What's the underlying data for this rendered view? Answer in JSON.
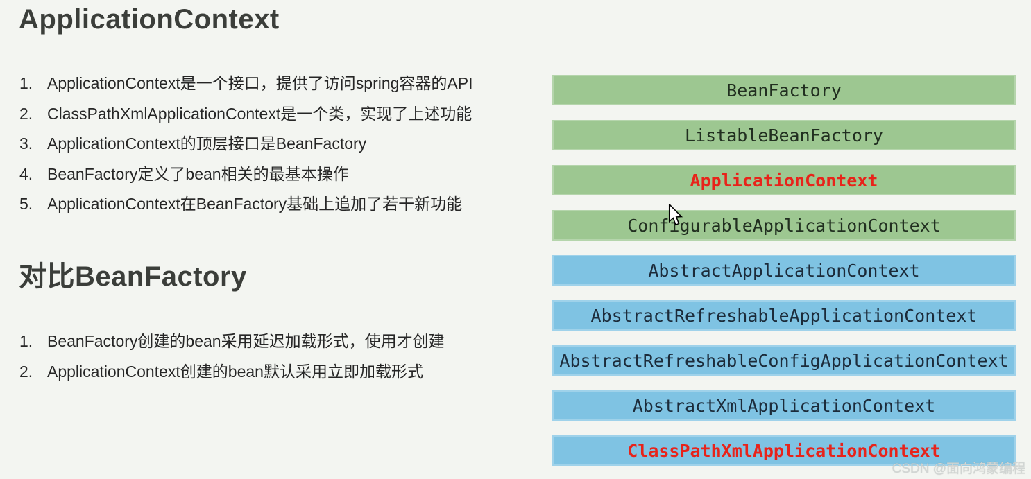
{
  "page": {
    "title": "ApplicationContext",
    "comparison_title": "对比BeanFactory",
    "watermark": "CSDN @面向鸿蒙编程"
  },
  "application_context_points": [
    "ApplicationContext是一个接口，提供了访问spring容器的API",
    "ClassPathXmlApplicationContext是一个类，实现了上述功能",
    "ApplicationContext的顶层接口是BeanFactory",
    "BeanFactory定义了bean相关的最基本操作",
    "ApplicationContext在BeanFactory基础上追加了若干新功能"
  ],
  "beanfactory_comparison_points": [
    "BeanFactory创建的bean采用延迟加载形式，使用才创建",
    "ApplicationContext创建的bean默认采用立即加载形式"
  ],
  "hierarchy": {
    "items": [
      {
        "label": "BeanFactory",
        "color": "green",
        "highlight": false
      },
      {
        "label": "ListableBeanFactory",
        "color": "green",
        "highlight": false
      },
      {
        "label": "ApplicationContext",
        "color": "green",
        "highlight": true
      },
      {
        "label": "ConfigurableApplicationContext",
        "color": "green",
        "highlight": false
      },
      {
        "label": "AbstractApplicationContext",
        "color": "blue",
        "highlight": false
      },
      {
        "label": "AbstractRefreshableApplicationContext",
        "color": "blue",
        "highlight": false
      },
      {
        "label": "AbstractRefreshableConfigApplicationContext",
        "color": "blue",
        "highlight": false
      },
      {
        "label": "AbstractXmlApplicationContext",
        "color": "blue",
        "highlight": false
      },
      {
        "label": "ClassPathXmlApplicationContext",
        "color": "blue",
        "highlight": true
      }
    ]
  },
  "colors": {
    "background": "#f3f5f1",
    "green_bar": "#9dc791",
    "blue_bar": "#7fc3e3",
    "highlight_text": "#e8231a",
    "heading_text": "#3b3e3a"
  },
  "cursor": {
    "name": "arrow-cursor"
  }
}
